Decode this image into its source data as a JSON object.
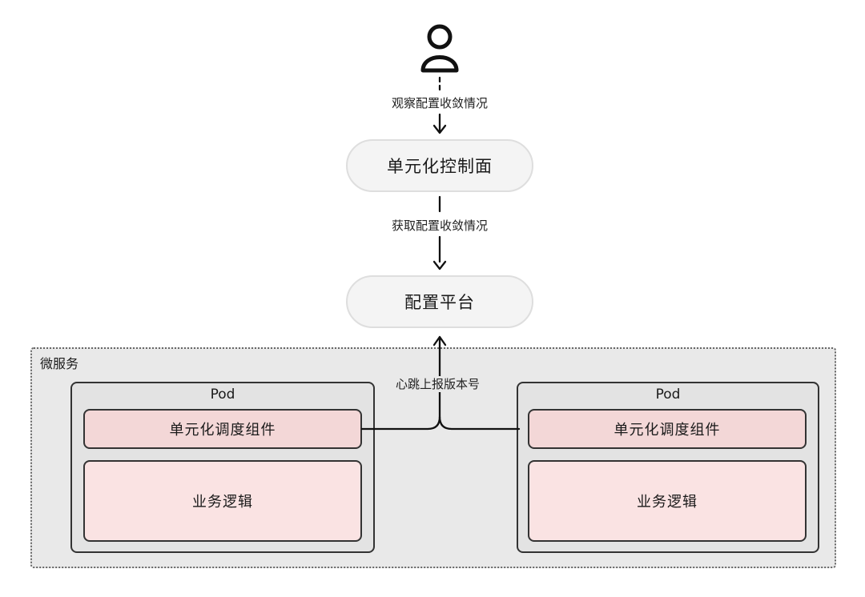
{
  "diagram": {
    "nodes": {
      "control_plane": "单元化控制面",
      "config_platform": "配置平台"
    },
    "edges": {
      "observe": "观察配置收敛情况",
      "fetch": "获取配置收敛情况",
      "heartbeat": "心跳上报版本号"
    },
    "microservices": {
      "label": "微服务",
      "pods": [
        {
          "title": "Pod",
          "scheduler": "单元化调度组件",
          "business": "业务逻辑"
        },
        {
          "title": "Pod",
          "scheduler": "单元化调度组件",
          "business": "业务逻辑"
        }
      ]
    },
    "icons": {
      "actor": "person-icon"
    },
    "colors": {
      "canvas": "#ffffff",
      "pill_fill": "#f4f4f4",
      "pill_border": "#dedede",
      "container_fill": "#e9e9e9",
      "pod_fill": "#e3e3e3",
      "scheduler_fill": "#f3d7d7",
      "business_fill": "#fae3e3",
      "line": "#111111",
      "text": "#1a1a1a"
    }
  }
}
